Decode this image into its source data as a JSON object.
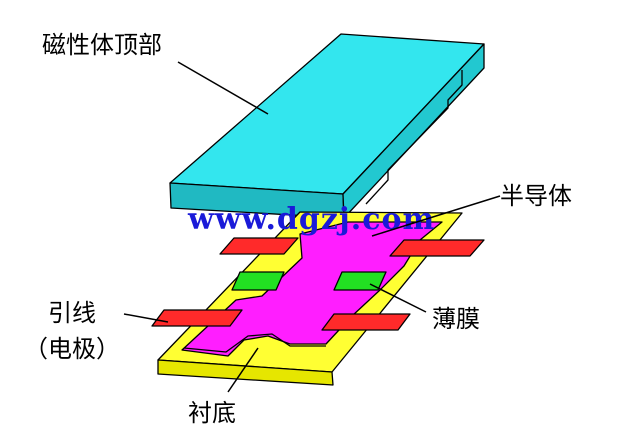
{
  "labels": {
    "magnet_top": "磁性体顶部",
    "semiconductor": "半导体",
    "lead_line1": "引线",
    "lead_line2": "（电极）",
    "thin_film": "薄膜",
    "substrate": "衬底"
  },
  "watermark": "www.dgzj.com",
  "colors": {
    "magnet_top": "#33e6ee",
    "magnet_side": "#22c8d0",
    "magnet_front": "#20b9c2",
    "semiconductor": "#ff1eff",
    "substrate": "#ffff33",
    "electrode": "#ff2a2a",
    "thin_film_pad": "#22e022",
    "watermark": "#1a1ad8"
  }
}
